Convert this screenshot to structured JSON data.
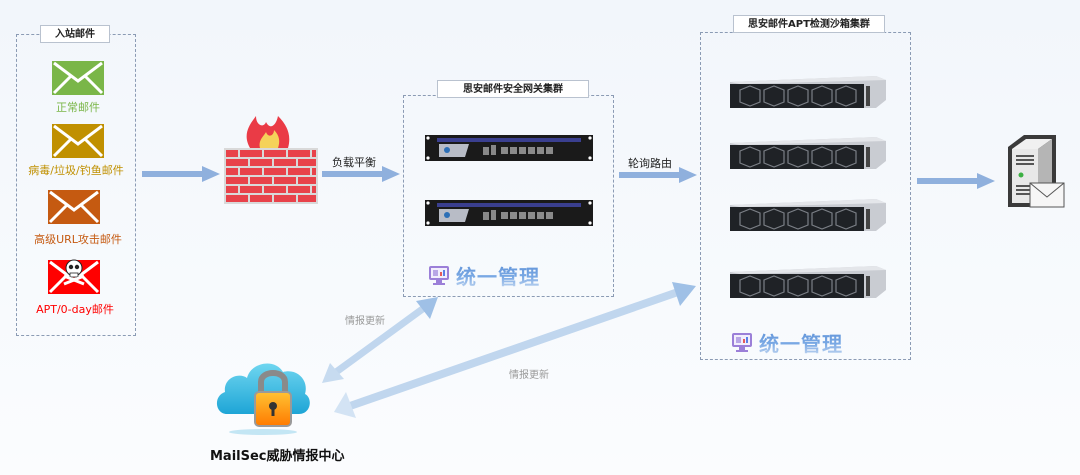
{
  "inbound": {
    "title": "入站邮件",
    "items": [
      {
        "label": "正常邮件",
        "color": "#7ab648",
        "icon": "envelope-icon"
      },
      {
        "label": "病毒/垃圾/钓鱼邮件",
        "color": "#c09000",
        "icon": "envelope-icon"
      },
      {
        "label": "高级URL攻击邮件",
        "color": "#c55a11",
        "icon": "envelope-icon"
      },
      {
        "label": "APT/0-day邮件",
        "color": "#ff0000",
        "icon": "envelope-skull-icon"
      }
    ]
  },
  "flows": {
    "load_balance": "负载平衡",
    "round_robin": "轮询路由",
    "intel_update_1": "情报更新",
    "intel_update_2": "情报更新"
  },
  "gateway_cluster": {
    "title": "思安邮件安全网关集群",
    "appliance_count": 2,
    "management": "统一管理"
  },
  "sandbox_cluster": {
    "title": "思安邮件APT检测沙箱集群",
    "server_count": 4,
    "management": "统一管理"
  },
  "intel_center": {
    "label": "MailSec威胁情报中心"
  },
  "colors": {
    "arrow": "#8fb0dd",
    "intel_arrow": "#a9c8e8",
    "firewall_brick": "#e8424a",
    "flame_outer": "#ea3b46",
    "flame_inner": "#f5d25a",
    "mgmt_text": "#5b8fd6"
  }
}
